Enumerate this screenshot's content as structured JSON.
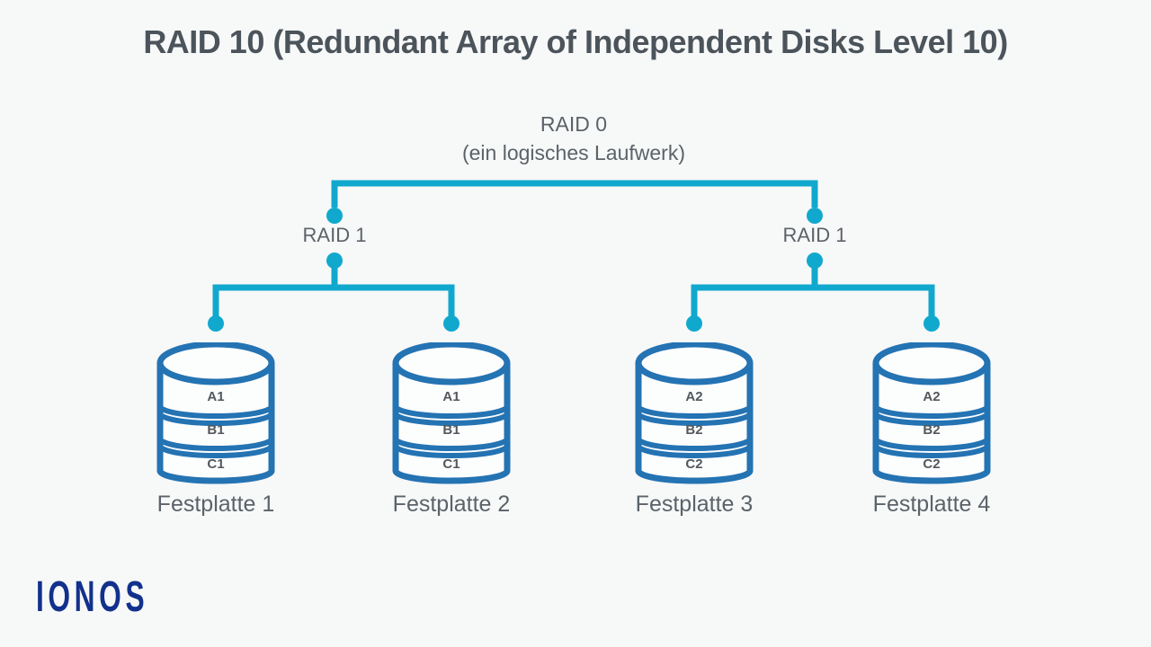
{
  "header": {
    "title": "RAID 10 (Redundant Array of Independent Disks Level 10)"
  },
  "diagram": {
    "root": {
      "label": "RAID 0",
      "sublabel": "(ein logisches Laufwerk)"
    },
    "groups": [
      {
        "label": "RAID 1"
      },
      {
        "label": "RAID 1"
      }
    ],
    "disks": [
      {
        "name": "Festplatte 1",
        "blocks": [
          "A1",
          "B1",
          "C1"
        ]
      },
      {
        "name": "Festplatte 2",
        "blocks": [
          "A1",
          "B1",
          "C1"
        ]
      },
      {
        "name": "Festplatte 3",
        "blocks": [
          "A2",
          "B2",
          "C2"
        ]
      },
      {
        "name": "Festplatte 4",
        "blocks": [
          "A2",
          "B2",
          "C2"
        ]
      }
    ]
  },
  "branding": {
    "logo_text": "IONOS"
  },
  "colors": {
    "background": "#f7f8f8",
    "connector": "#11a8ce",
    "disk_outline": "#2473b3",
    "disk_fill": "#fcfdfd",
    "title_text": "#4c545b",
    "label_text": "#5b6369",
    "block_text": "#53585d",
    "logo_navy": "#12318d"
  }
}
